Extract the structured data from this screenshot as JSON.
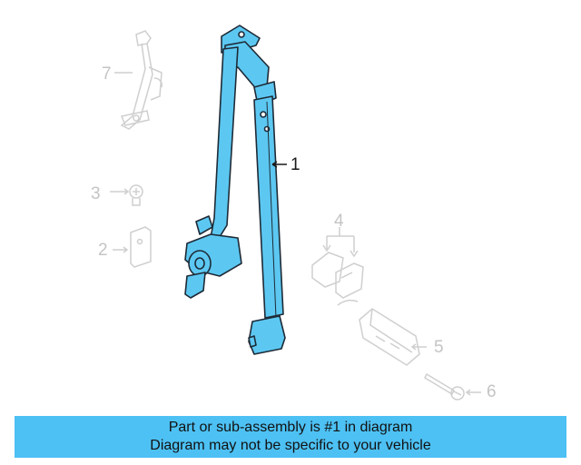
{
  "colors": {
    "highlight": "#5cc8f2",
    "highlight_stroke": "#1e2a36",
    "ghost": "#cfcfcf",
    "banner": "#4dc1f4"
  },
  "callouts": [
    {
      "id": "1",
      "label": "1",
      "active": true
    },
    {
      "id": "2",
      "label": "2",
      "active": false
    },
    {
      "id": "3",
      "label": "3",
      "active": false
    },
    {
      "id": "4",
      "label": "4",
      "active": false
    },
    {
      "id": "5",
      "label": "5",
      "active": false
    },
    {
      "id": "6",
      "label": "6",
      "active": false
    },
    {
      "id": "7",
      "label": "7",
      "active": false
    }
  ],
  "banner": {
    "line1": "Part or sub-assembly is #1 in diagram",
    "line2": "Diagram may not be specific to your vehicle"
  }
}
